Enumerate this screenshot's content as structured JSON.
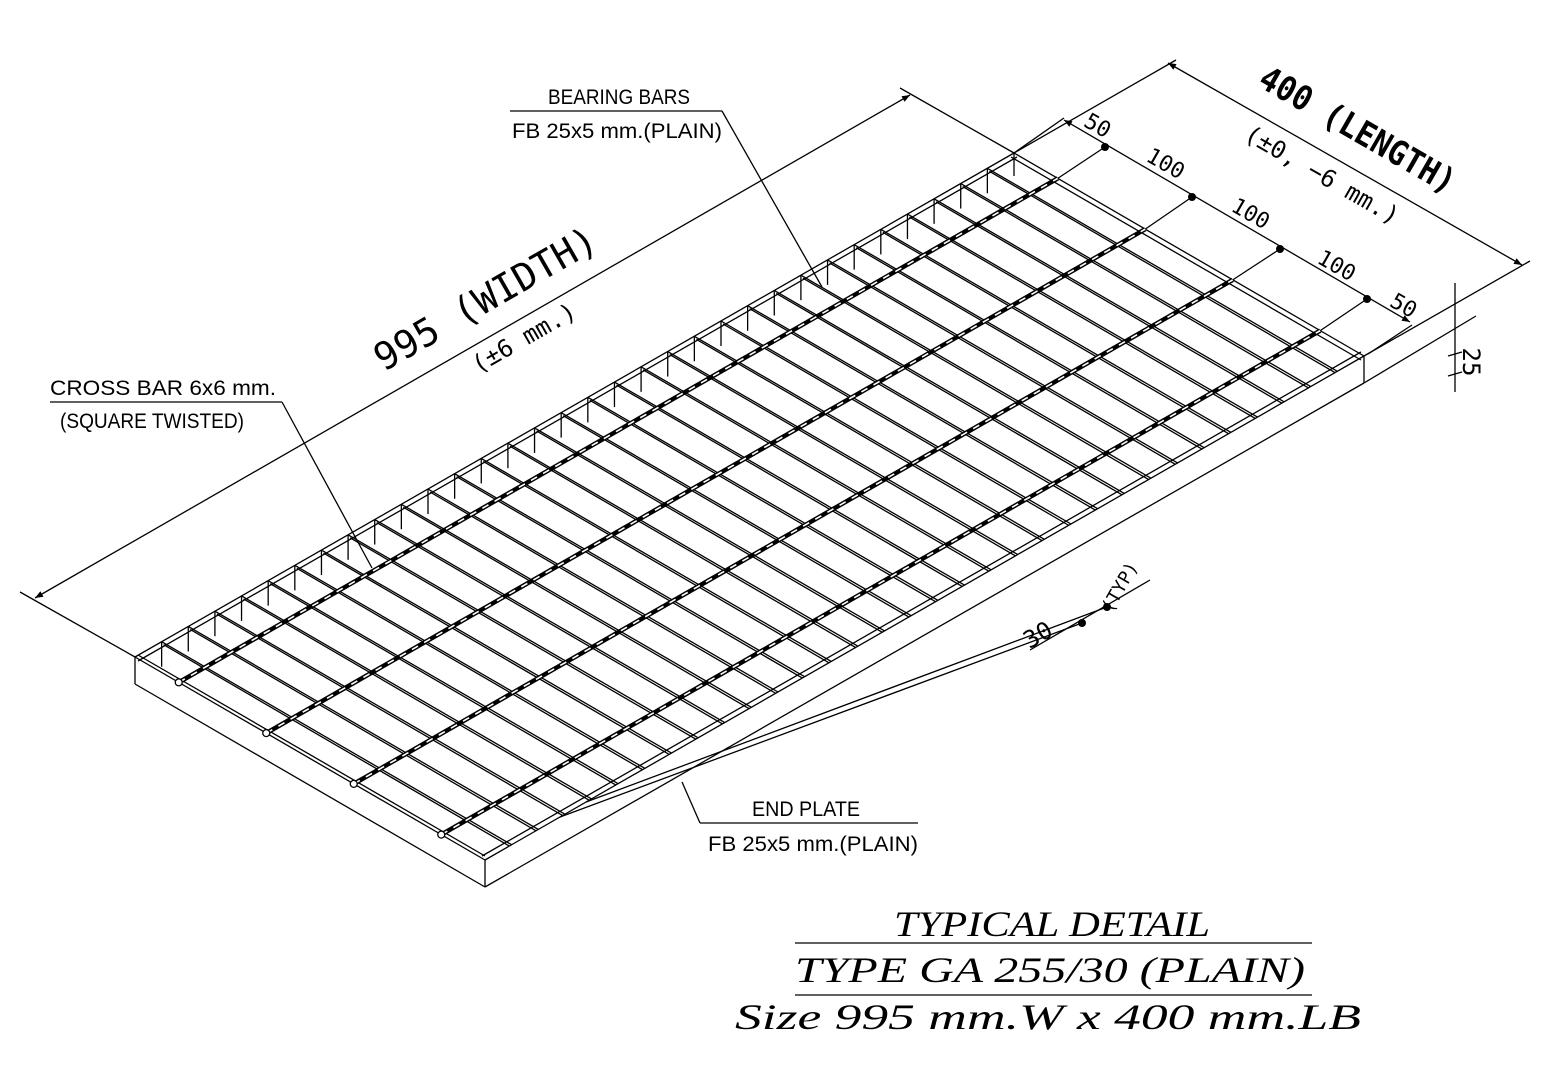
{
  "labels": {
    "bearing_bars_title": "BEARING BARS",
    "bearing_bars_spec": "FB 25x5 mm.(PLAIN)",
    "cross_bar_title": "CROSS BAR 6x6 mm.",
    "cross_bar_spec": "(SQUARE TWISTED)",
    "end_plate_title": "END PLATE",
    "end_plate_spec": "FB 25x5 mm.(PLAIN)"
  },
  "dimensions": {
    "width": "995 (WIDTH)",
    "width_tol": "(±6 mm.)",
    "length": "400 (LENGTH)",
    "length_tol": "(±0, −6 mm.)",
    "spacing": [
      "50",
      "100",
      "100",
      "100",
      "50"
    ],
    "height": "25",
    "pitch": "30",
    "pitch_note": "(TYP)"
  },
  "title_block": {
    "line1": "TYPICAL  DETAIL",
    "line2": "TYPE  GA  255/30  (PLAIN)",
    "line3": "Size  995  mm.W  x  400  mm.LB"
  },
  "grating": {
    "bearing_bar_spaces": 33,
    "cross_bar_positions_mm": [
      50,
      150,
      250,
      350
    ],
    "length_mm": 400
  }
}
